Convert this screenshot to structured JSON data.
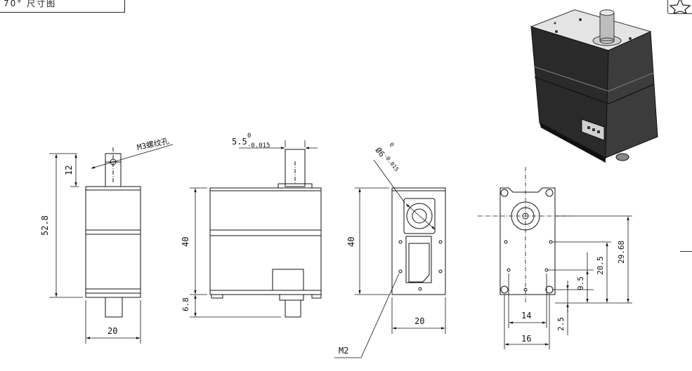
{
  "header": {
    "tab_title": "70° 尺寸图"
  },
  "toolbar": {
    "favorite_icon": "star-icon"
  },
  "drawing": {
    "side_view": {
      "height": "52.8",
      "shaft_length": "12",
      "width": "20",
      "thread_note": "M3螺纹孔"
    },
    "front_view": {
      "shaft_tol_main": "5.5",
      "shaft_tol_upper": "0",
      "shaft_tol_lower": "-0.015",
      "height": "40",
      "bottom": "6.8"
    },
    "rear_view": {
      "dia_main": "Ø6",
      "dia_upper": "0",
      "dia_lower": "-0.015",
      "height": "40",
      "width": "20",
      "screw": "M2"
    },
    "top_view": {
      "w14": "14",
      "w16": "16",
      "h25": "2.5",
      "h95": "9.5",
      "h205": "20.5",
      "h2968": "29.68"
    }
  },
  "colors": {
    "line": "#111111",
    "body_dark": "#222222",
    "body_mid": "#3a3a3a",
    "face": "#d9d9d9"
  }
}
